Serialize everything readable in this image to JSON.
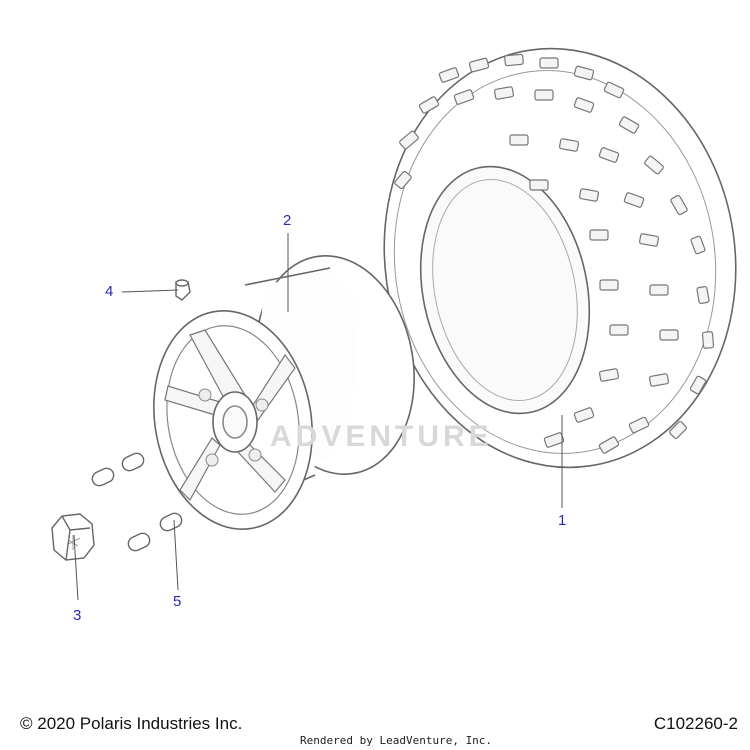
{
  "callouts": [
    {
      "id": "1",
      "label": "1"
    },
    {
      "id": "2",
      "label": "2"
    },
    {
      "id": "3",
      "label": "3"
    },
    {
      "id": "4",
      "label": "4"
    },
    {
      "id": "5",
      "label": "5"
    }
  ],
  "watermark": "ADVENTURE",
  "footer": {
    "copyright": "© 2020 Polaris Industries Inc.",
    "rendered_by": "Rendered by LeadVenture, Inc.",
    "diagram_id": "C102260-2"
  },
  "colors": {
    "callout": "#2a2ab0",
    "line": "#555555"
  }
}
